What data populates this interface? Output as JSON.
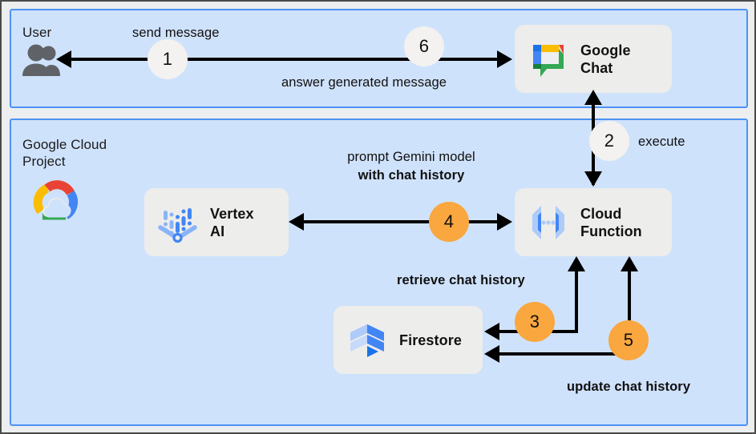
{
  "panels": {
    "user": {
      "title": "User"
    },
    "gcp": {
      "title": "Google Cloud\nProject"
    }
  },
  "services": {
    "google_chat": {
      "label": "Google\nChat",
      "icon": "google-chat-logo"
    },
    "vertex_ai": {
      "label": "Vertex\nAI",
      "icon": "vertex-ai-logo"
    },
    "cloud_function": {
      "label": "Cloud\nFunction",
      "icon": "cloud-functions-logo"
    },
    "firestore": {
      "label": "Firestore",
      "icon": "firestore-logo"
    }
  },
  "icons": {
    "user": "people-icon",
    "google_cloud": "google-cloud-logo"
  },
  "steps": [
    {
      "n": "1",
      "color": "grey",
      "label": "send message"
    },
    {
      "n": "2",
      "color": "grey",
      "label": "execute"
    },
    {
      "n": "3",
      "color": "orange",
      "label": "retrieve chat history"
    },
    {
      "n": "4",
      "color": "orange",
      "label": "prompt Gemini model\nwith chat history"
    },
    {
      "n": "5",
      "color": "orange",
      "label": "update chat history"
    },
    {
      "n": "6",
      "color": "grey",
      "label": "answer generated message"
    }
  ],
  "labels": {
    "send_message": "send message",
    "answer_generated_message": "answer generated message",
    "execute": "execute",
    "prompt_gemini_line1": "prompt Gemini model",
    "prompt_gemini_line2": "with chat history",
    "retrieve_chat_history": "retrieve chat history",
    "update_chat_history": "update chat history"
  },
  "colors": {
    "panel_fill": "#cfe2fb",
    "panel_border": "#4d92f5",
    "badge_grey": "#f3f2f0",
    "badge_orange": "#f9a73e",
    "service_box": "#ededeb",
    "page_bg": "#eceeef",
    "google_blue": "#4285f4",
    "google_red": "#ea4335",
    "google_yellow": "#fbbc04",
    "google_green": "#34a853"
  }
}
